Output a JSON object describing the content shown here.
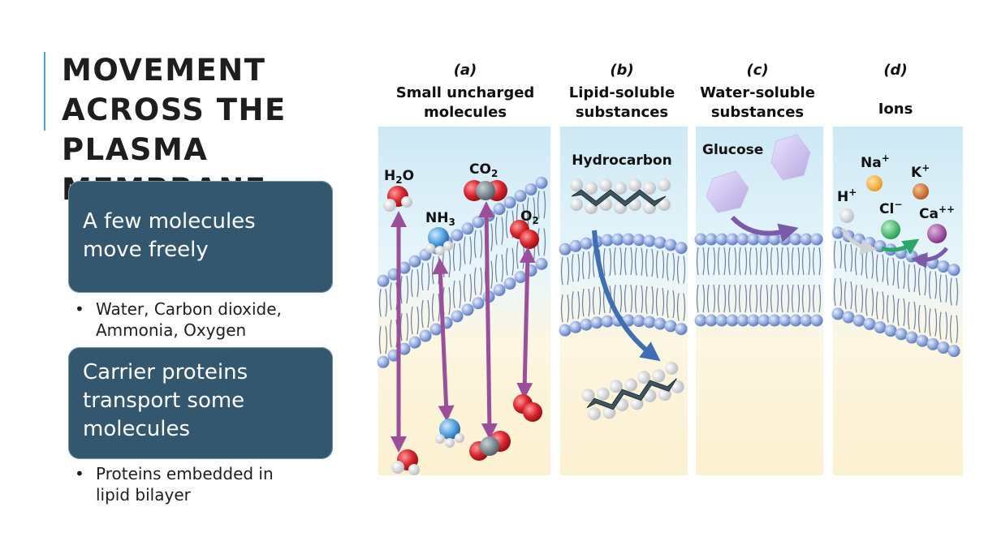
{
  "slide": {
    "title": "MOVEMENT ACROSS THE PLASMA MEMBRANE",
    "box1": {
      "line1": "A few molecules",
      "line2": "move freely"
    },
    "bullet1": {
      "symbol": "•",
      "line1": "Water, Carbon dioxide,",
      "line2": "Ammonia, Oxygen"
    },
    "box2": {
      "line1": "Carrier proteins",
      "line2": "transport some",
      "line3": "molecules"
    },
    "bullet2": {
      "symbol": "•",
      "line1": "Proteins embedded in",
      "line2": "lipid bilayer"
    }
  },
  "figure": {
    "panels": [
      {
        "id": "a",
        "label": "(a)",
        "title_line1": "Small uncharged",
        "title_line2": "molecules"
      },
      {
        "id": "b",
        "label": "(b)",
        "title_line1": "Lipid-soluble",
        "title_line2": "substances"
      },
      {
        "id": "c",
        "label": "(c)",
        "title_line1": "Water-soluble",
        "title_line2": "substances"
      },
      {
        "id": "d",
        "label": "(d)",
        "title_line1": "Ions",
        "title_line2": ""
      }
    ],
    "molecules": {
      "h2o": {
        "base": "H",
        "sub": "2",
        "tail": "O"
      },
      "co2": {
        "base": "CO",
        "sub": "2"
      },
      "nh3": {
        "base": "NH",
        "sub": "3"
      },
      "o2": {
        "base": "O",
        "sub": "2"
      },
      "hydrocarbon": "Hydrocarbon",
      "glucose": "Glucose",
      "na": {
        "base": "Na",
        "sup": "+"
      },
      "k": {
        "base": "K",
        "sup": "+"
      },
      "h": {
        "base": "H",
        "sup": "+"
      },
      "cl": {
        "base": "Cl",
        "sup": "−"
      },
      "ca": {
        "base": "Ca",
        "sup": "++"
      }
    },
    "colors": {
      "arrow_purple": "#9b4f9b",
      "arrow_blue": "#3f6fb3",
      "arrow_green": "#2aa86a",
      "arrow_violet": "#7b5aa8",
      "lipid_head": "#8fa8dc",
      "water_top": "#cde9f5",
      "cytosol_bottom": "#fbf0cf",
      "oxygen_red": "#d8262e",
      "nitrogen_blue": "#4fa0dd",
      "carbon_gray": "#6d7b84"
    }
  }
}
